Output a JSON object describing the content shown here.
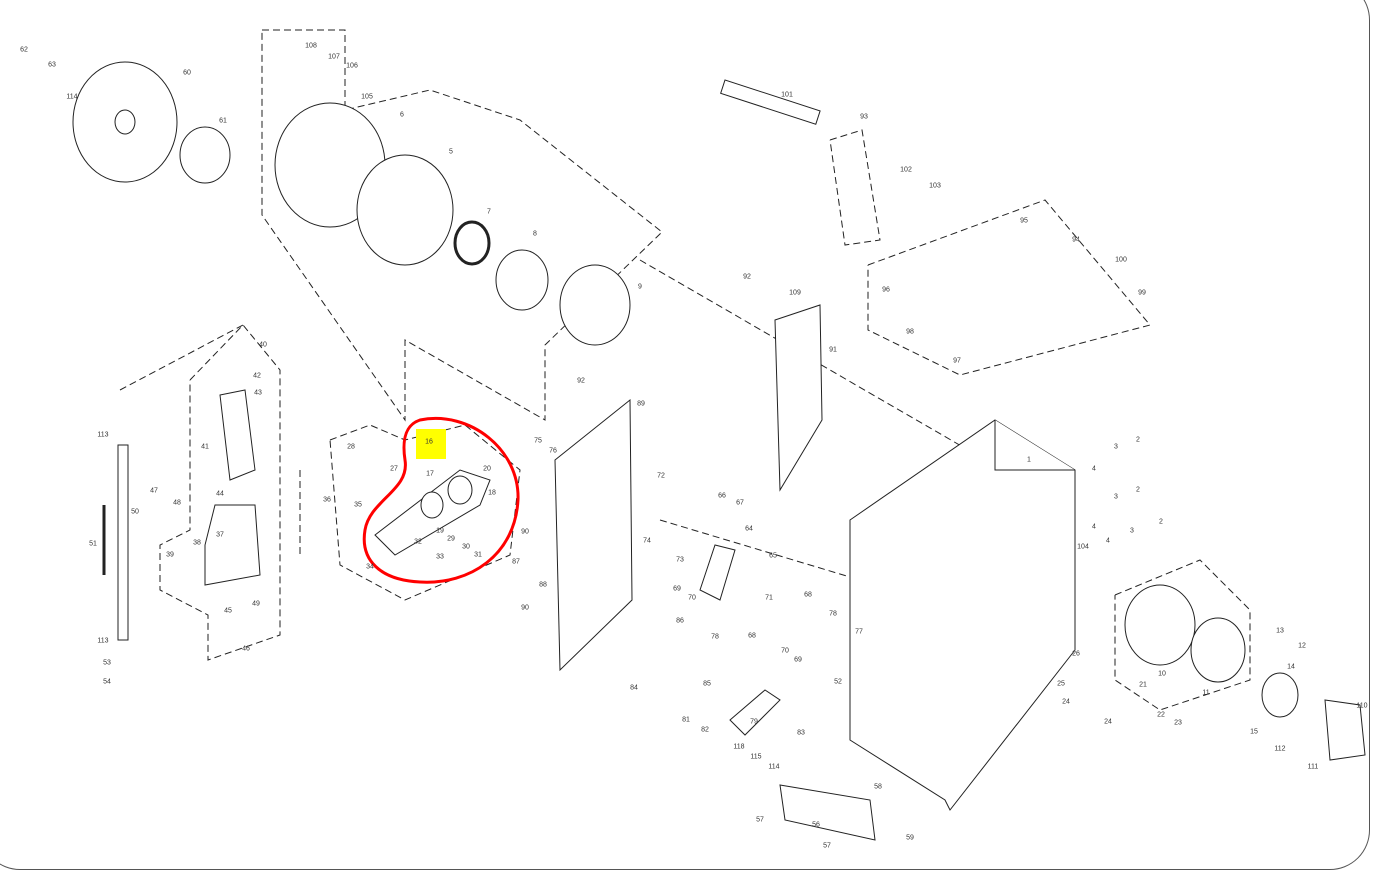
{
  "title": "Exploded parts diagram",
  "highlight": {
    "label": "16",
    "color": "#ffff00"
  },
  "annotation_color": "#ff0000",
  "part_labels": [
    "62",
    "63",
    "114",
    "60",
    "61",
    "108",
    "107",
    "106",
    "105",
    "6",
    "5",
    "7",
    "8",
    "9",
    "101",
    "93",
    "102",
    "103",
    "95",
    "94",
    "100",
    "99",
    "96",
    "98",
    "97",
    "92",
    "109",
    "91",
    "40",
    "42",
    "43",
    "41",
    "44",
    "37",
    "38",
    "39",
    "45",
    "46",
    "49",
    "47",
    "48",
    "50",
    "51",
    "113",
    "113",
    "53",
    "54",
    "28",
    "27",
    "16",
    "17",
    "20",
    "18",
    "36",
    "35",
    "19",
    "29",
    "30",
    "31",
    "32",
    "33",
    "34",
    "75",
    "76",
    "92",
    "89",
    "72",
    "90",
    "87",
    "88",
    "90",
    "74",
    "73",
    "66",
    "67",
    "64",
    "65",
    "69",
    "70",
    "71",
    "68",
    "78",
    "77",
    "86",
    "78",
    "68",
    "70",
    "69",
    "84",
    "85",
    "52",
    "79",
    "81",
    "82",
    "83",
    "118",
    "115",
    "114",
    "58",
    "57",
    "56",
    "57",
    "59",
    "1",
    "2",
    "3",
    "4",
    "2",
    "3",
    "4",
    "2",
    "3",
    "4",
    "104",
    "10",
    "11",
    "12",
    "13",
    "14",
    "26",
    "25",
    "21",
    "24",
    "24",
    "22",
    "23",
    "15",
    "110",
    "112",
    "111"
  ]
}
